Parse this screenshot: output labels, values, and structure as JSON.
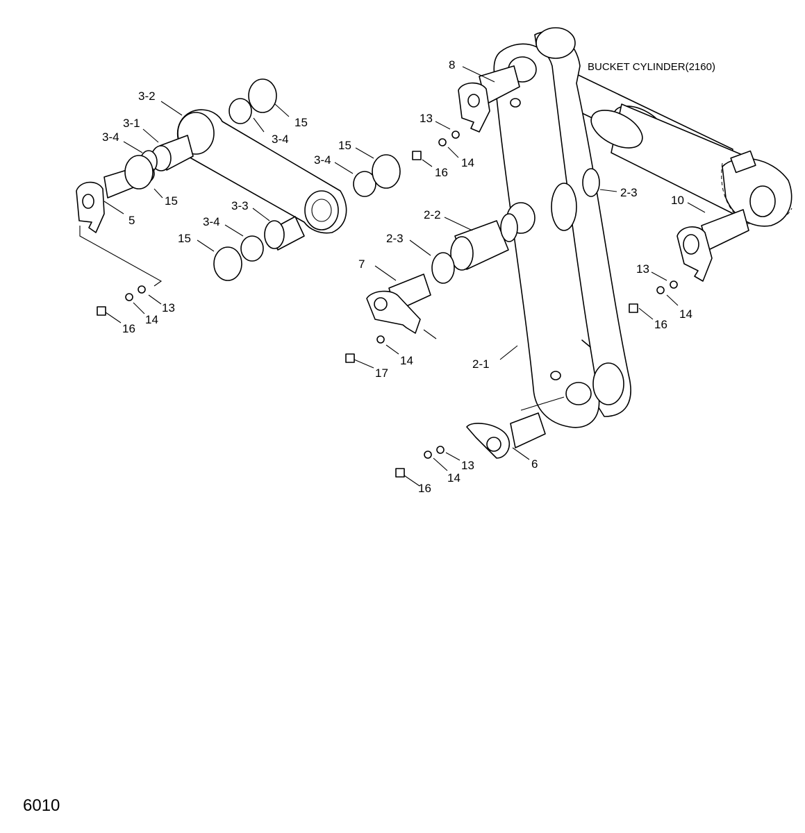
{
  "diagram": {
    "assembly_label": "BUCKET CYLINDER(2160)",
    "page_code": "6010",
    "callouts": [
      {
        "id": "c1",
        "text": "8"
      },
      {
        "id": "c2",
        "text": "3-2"
      },
      {
        "id": "c3",
        "text": "15"
      },
      {
        "id": "c4",
        "text": "3-4"
      },
      {
        "id": "c5",
        "text": "3-1"
      },
      {
        "id": "c6",
        "text": "3-4"
      },
      {
        "id": "c7",
        "text": "15"
      },
      {
        "id": "c8",
        "text": "5"
      },
      {
        "id": "c9",
        "text": "13"
      },
      {
        "id": "c10",
        "text": "16"
      },
      {
        "id": "c11",
        "text": "14"
      },
      {
        "id": "c12",
        "text": "15"
      },
      {
        "id": "c13",
        "text": "3-4"
      },
      {
        "id": "c14",
        "text": "2-3"
      },
      {
        "id": "c15",
        "text": "10"
      },
      {
        "id": "c16",
        "text": "2-2"
      },
      {
        "id": "c17",
        "text": "3-3"
      },
      {
        "id": "c18",
        "text": "3-4"
      },
      {
        "id": "c19",
        "text": "15"
      },
      {
        "id": "c20",
        "text": "2-3"
      },
      {
        "id": "c21",
        "text": "7"
      },
      {
        "id": "c22",
        "text": "13"
      },
      {
        "id": "c23",
        "text": "14"
      },
      {
        "id": "c24",
        "text": "16"
      },
      {
        "id": "c25",
        "text": "13"
      },
      {
        "id": "c26",
        "text": "14"
      },
      {
        "id": "c27",
        "text": "16"
      },
      {
        "id": "c28",
        "text": "14"
      },
      {
        "id": "c29",
        "text": "17"
      },
      {
        "id": "c30",
        "text": "2-1"
      },
      {
        "id": "c31",
        "text": "13"
      },
      {
        "id": "c32",
        "text": "6"
      },
      {
        "id": "c33",
        "text": "14"
      },
      {
        "id": "c34",
        "text": "16"
      }
    ]
  }
}
